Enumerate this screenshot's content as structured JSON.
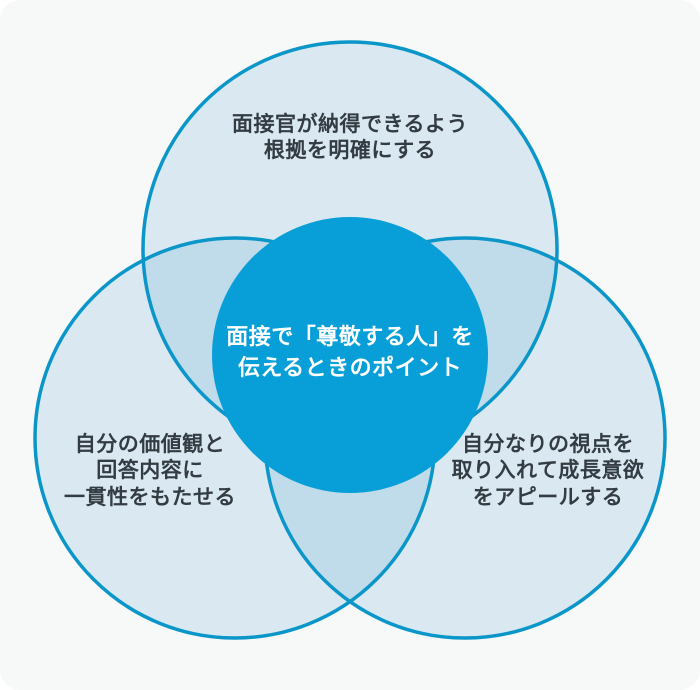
{
  "theme": {
    "canvas_background": "#f7f8f8",
    "circle_fill": "#e1f0f8",
    "circle_fill_single_rendered": "#daeaf1",
    "circle_fill_overlap_rendered": "#c2e1ef",
    "circle_border": "#0b96c9",
    "center_circle_fill": "#089fd8",
    "text_color": "#333b43",
    "center_text_color": "#ffffff"
  },
  "diagram": {
    "type": "venn",
    "center_title": {
      "lines": [
        "面接で「尊敬する人」を",
        "伝えるときのポイント"
      ]
    },
    "points": [
      {
        "id": "top",
        "lines": [
          "面接官が納得できるよう",
          "根拠を明確にする"
        ]
      },
      {
        "id": "bottom-left",
        "lines": [
          "自分の価値観と",
          "回答内容に",
          "一貫性をもたせる"
        ]
      },
      {
        "id": "bottom-right",
        "lines": [
          "自分なりの視点を",
          "取り入れて成長意欲",
          "をアピールする"
        ]
      }
    ]
  }
}
